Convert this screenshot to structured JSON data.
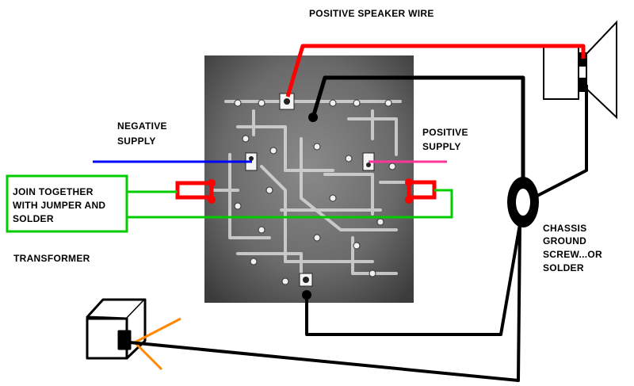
{
  "labels": {
    "positive_speaker_wire": "POSITIVE SPEAKER WIRE",
    "negative_supply": [
      "NEGATIVE",
      "SUPPLY"
    ],
    "positive_supply": [
      "POSITIVE",
      "SUPPLY"
    ],
    "join_together": [
      "JOIN TOGETHER",
      "WITH JUMPER AND",
      "SOLDER"
    ],
    "transformer": "TRANSFORMER",
    "chassis_ground": [
      "CHASSIS",
      "GROUND",
      "SCREW...OR",
      "SOLDER"
    ]
  },
  "colors": {
    "positive_speaker_wire": "#ff0000",
    "negative_supply_wire": "#0000ff",
    "positive_supply_wire": "#ff3399",
    "jumper_wire": "#00cc00",
    "jumper_pads": "#ff0000",
    "ground_wire": "#000000",
    "transformer_leads": "#ff8800",
    "pcb_background": "#6a6a6a",
    "pcb_traces": "#d8d8d8"
  },
  "icons": {
    "speaker": "speaker-icon",
    "transformer": "transformer-icon",
    "ground_screw": "ground-screw-icon",
    "circuit_board": "pcb-photo"
  }
}
